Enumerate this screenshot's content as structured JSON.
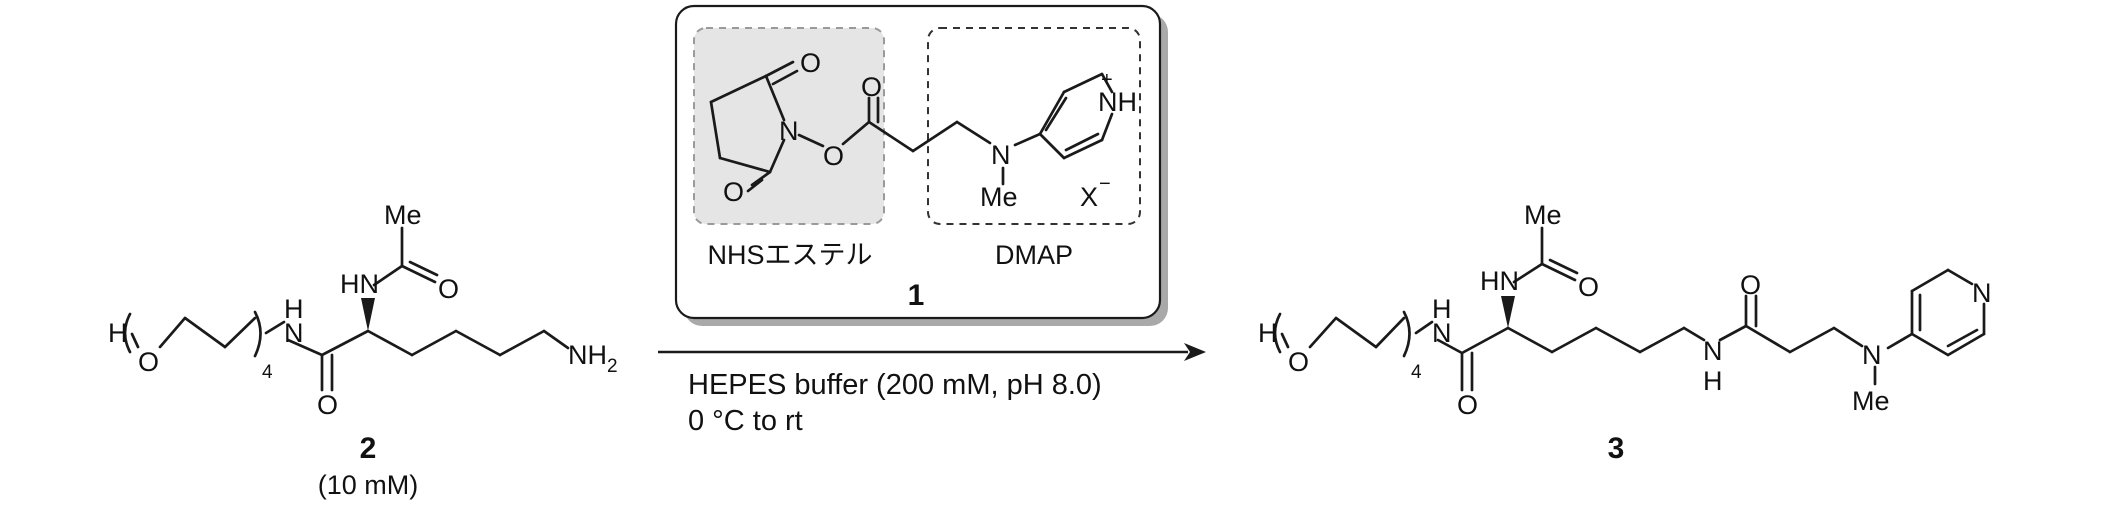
{
  "reagent_box": {
    "nhs_label": "NHSエステル",
    "dmap_label": "DMAP",
    "compound_number": "1",
    "atoms": {
      "o_top": "O",
      "o_bottom": "O",
      "n_ring": "N",
      "o_link": "O",
      "o_ester": "O",
      "n_amine": "N",
      "me": "Me",
      "nh_ring": "NH",
      "plus": "+",
      "counterion": "X",
      "minus": "−"
    }
  },
  "reactant": {
    "compound_number": "2",
    "concentration": "(10 mM)",
    "atoms": {
      "h": "H",
      "o": "O",
      "repeat": "4",
      "n_amide": "N",
      "h_amide": "H",
      "o_amide": "O",
      "me": "Me",
      "hn": "HN",
      "o_acetyl": "O",
      "nh": "NH",
      "nh_sub": "2"
    }
  },
  "conditions": {
    "line1": "HEPES buffer (200 mM, pH 8.0)",
    "line2": "0 °C to rt"
  },
  "product": {
    "compound_number": "3",
    "atoms": {
      "h": "H",
      "o": "O",
      "repeat": "4",
      "n_amide": "N",
      "h_amide": "H",
      "o_amide": "O",
      "me": "Me",
      "hn": "HN",
      "o_acetyl": "O",
      "n_new": "N",
      "h_new": "H",
      "o_new": "O",
      "n_amine": "N",
      "me2": "Me",
      "n_pyr": "N"
    }
  }
}
